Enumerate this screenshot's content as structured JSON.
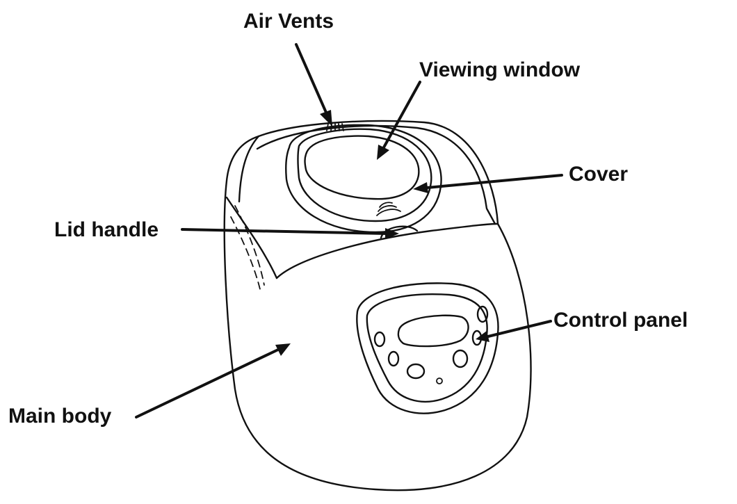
{
  "labels": {
    "air_vents": "Air Vents",
    "viewing_window": "Viewing window",
    "cover": "Cover",
    "lid_handle": "Lid handle",
    "control_panel": "Control panel",
    "main_body": "Main body"
  },
  "colors": {
    "ink": "#111111",
    "background": "#ffffff"
  }
}
